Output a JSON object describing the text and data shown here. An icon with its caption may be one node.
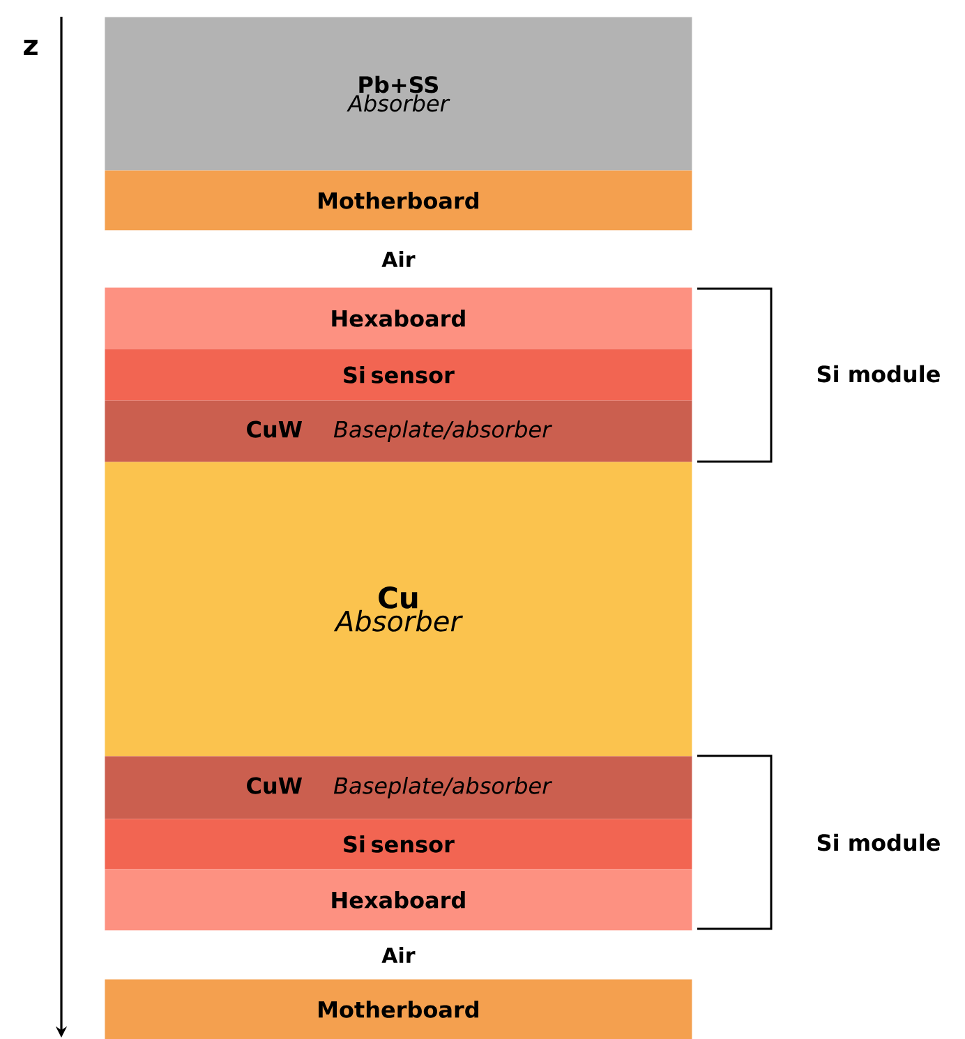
{
  "diagram": {
    "nodes": [
      {
        "text": [
          "Pb+SS",
          "Absorber"
        ]
      },
      {
        "text": [
          "Motherboard"
        ]
      },
      {
        "text": [
          "Air"
        ]
      },
      {
        "text": [
          "Hexaboard"
        ]
      },
      {
        "text": [
          "Si sensor"
        ]
      },
      {
        "text": [
          "CuW",
          "Baseplate/absorber"
        ]
      },
      {
        "text": [
          "Cu",
          "Absorber"
        ]
      },
      {
        "text": [
          "CuW",
          "Baseplate/absorber"
        ]
      },
      {
        "text": [
          "Si sensor"
        ]
      },
      {
        "text": [
          "Hexaboard"
        ]
      },
      {
        "text": [
          "Air"
        ]
      },
      {
        "text": [
          "Motherboard"
        ]
      }
    ],
    "labels": [
      "z",
      "Si module",
      "Si module"
    ]
  }
}
